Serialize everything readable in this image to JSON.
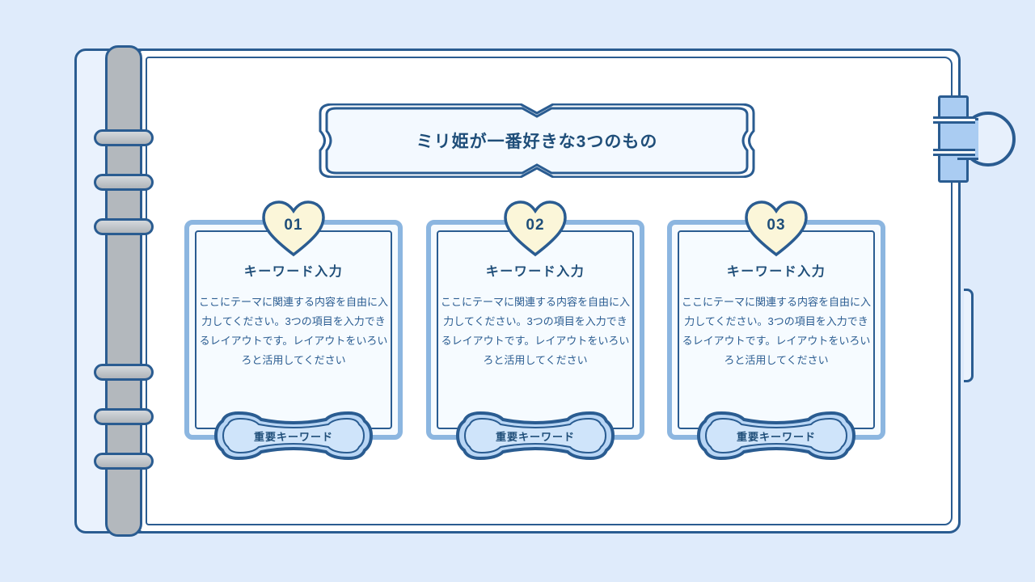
{
  "slide": {
    "title": "ミリ姫が一番好きな3つのもの",
    "background_color": "#dfebfb",
    "accent_color": "#2a5c91",
    "card_border_color": "#8cb6e0",
    "heart_fill_color": "#fbf6d9"
  },
  "binder": {
    "spine_label": "binder-spine",
    "ring_count": 6,
    "clip_label": "binder-clip"
  },
  "cards": [
    {
      "number": "01",
      "title": "キーワード入力",
      "body": "ここにテーマに関連する内容を自由に入力してください。3つの項目を入力できるレイアウトです。レイアウトをいろいろと活用してください",
      "keyword": "重要キーワード"
    },
    {
      "number": "02",
      "title": "キーワード入力",
      "body": "ここにテーマに関連する内容を自由に入力してください。3つの項目を入力できるレイアウトです。レイアウトをいろいろと活用してください",
      "keyword": "重要キーワード"
    },
    {
      "number": "03",
      "title": "キーワード入力",
      "body": "ここにテーマに関連する内容を自由に入力してください。3つの項目を入力できるレイアウトです。レイアウトをいろいろと活用してください",
      "keyword": "重要キーワード"
    }
  ]
}
